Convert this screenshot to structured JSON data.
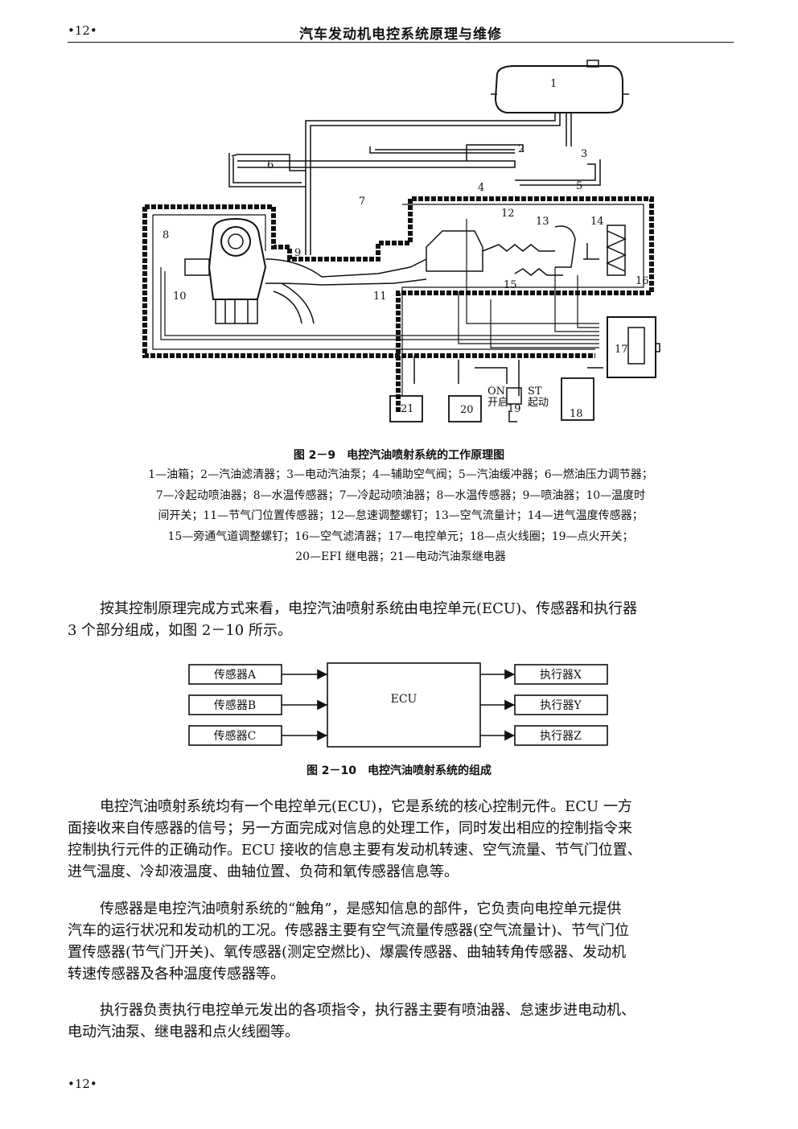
{
  "header": {
    "page_number": "•12•",
    "book_title": "汽车发动机电控系统原理与维修"
  },
  "figure1": {
    "caption": "图 2－9　电控汽油喷射系统的工作原理图",
    "callouts": [
      "1",
      "2",
      "3",
      "4",
      "5",
      "6",
      "7",
      "8",
      "9",
      "10",
      "11",
      "12",
      "13",
      "14",
      "15",
      "16",
      "17",
      "18",
      "19",
      "20",
      "21"
    ],
    "switch_labels": {
      "on": "ON",
      "on_cn": "开启",
      "st": "ST",
      "st_cn": "起动"
    },
    "legend_lines": [
      "1—油箱；2—汽油滤清器；3—电动汽油泵；4—辅助空气阀；5—汽油缓冲器；6—燃油压力调节器；",
      "7—冷起动喷油器；8—水温传感器；7—冷起动喷油器；8—水温传感器；9—喷油器；10—温度时",
      "间开关；11—节气门位置传感器；12—怠速调整螺钉；13—空气流量计；14—进气温度传感器；",
      "15—旁通气道调整螺钉；16—空气滤清器；17—电控单元；18—点火线圈；19—点火开关；",
      "20—EFI 继电器；21—电动汽油泵继电器"
    ]
  },
  "paragraph1": {
    "lines": [
      "按其控制原理完成方式来看，电控汽油喷射系统由电控单元(ECU)、传感器和执行器",
      "3 个部分组成，如图 2－10 所示。"
    ]
  },
  "figure2": {
    "caption": "图 2－10　电控汽油喷射系统的组成",
    "sensors": [
      "传感器A",
      "传感器B",
      "传感器C"
    ],
    "ecu": "ECU",
    "actuators": [
      "执行器X",
      "执行器Y",
      "执行器Z"
    ]
  },
  "paragraph2": {
    "lines": [
      "电控汽油喷射系统均有一个电控单元(ECU)，它是系统的核心控制元件。ECU 一方",
      "面接收来自传感器的信号；另一方面完成对信息的处理工作，同时发出相应的控制指令来",
      "控制执行元件的正确动作。ECU 接收的信息主要有发动机转速、空气流量、节气门位置、",
      "进气温度、冷却液温度、曲轴位置、负荷和氧传感器信息等。"
    ]
  },
  "paragraph3": {
    "lines": [
      "传感器是电控汽油喷射系统的“触角”，是感知信息的部件，它负责向电控单元提供",
      "汽车的运行状况和发动机的工况。传感器主要有空气流量传感器(空气流量计)、节气门位",
      "置传感器(节气门开关)、氧传感器(测定空燃比)、爆震传感器、曲轴转角传感器、发动机",
      "转速传感器及各种温度传感器等。"
    ]
  },
  "paragraph4": {
    "lines": [
      "执行器负责执行电控单元发出的各项指令，执行器主要有喷油器、怠速步进电动机、",
      "电动汽油泵、继电器和点火线圈等。"
    ]
  },
  "footer": {
    "page_number": "•12•"
  }
}
